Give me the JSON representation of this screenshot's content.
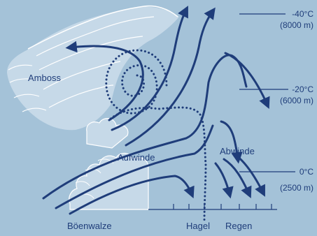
{
  "labels": {
    "anvil": "Amboss",
    "updraft": "Aufwinde",
    "downdraft": "Abwinde",
    "gust_roll": "Böenwalze",
    "hail": "Hagel",
    "rain": "Regen"
  },
  "levels": [
    {
      "temp": "-40°C",
      "height": "(8000 m)"
    },
    {
      "temp": "-20°C",
      "height": "(6000 m)"
    },
    {
      "temp": "0°C",
      "height": "(2500 m)"
    }
  ],
  "colors": {
    "background": "#a4c2d8",
    "ink": "#1f3d7a",
    "cloud_fill": "#c6d9e8",
    "cloud_line": "#ffffff"
  }
}
